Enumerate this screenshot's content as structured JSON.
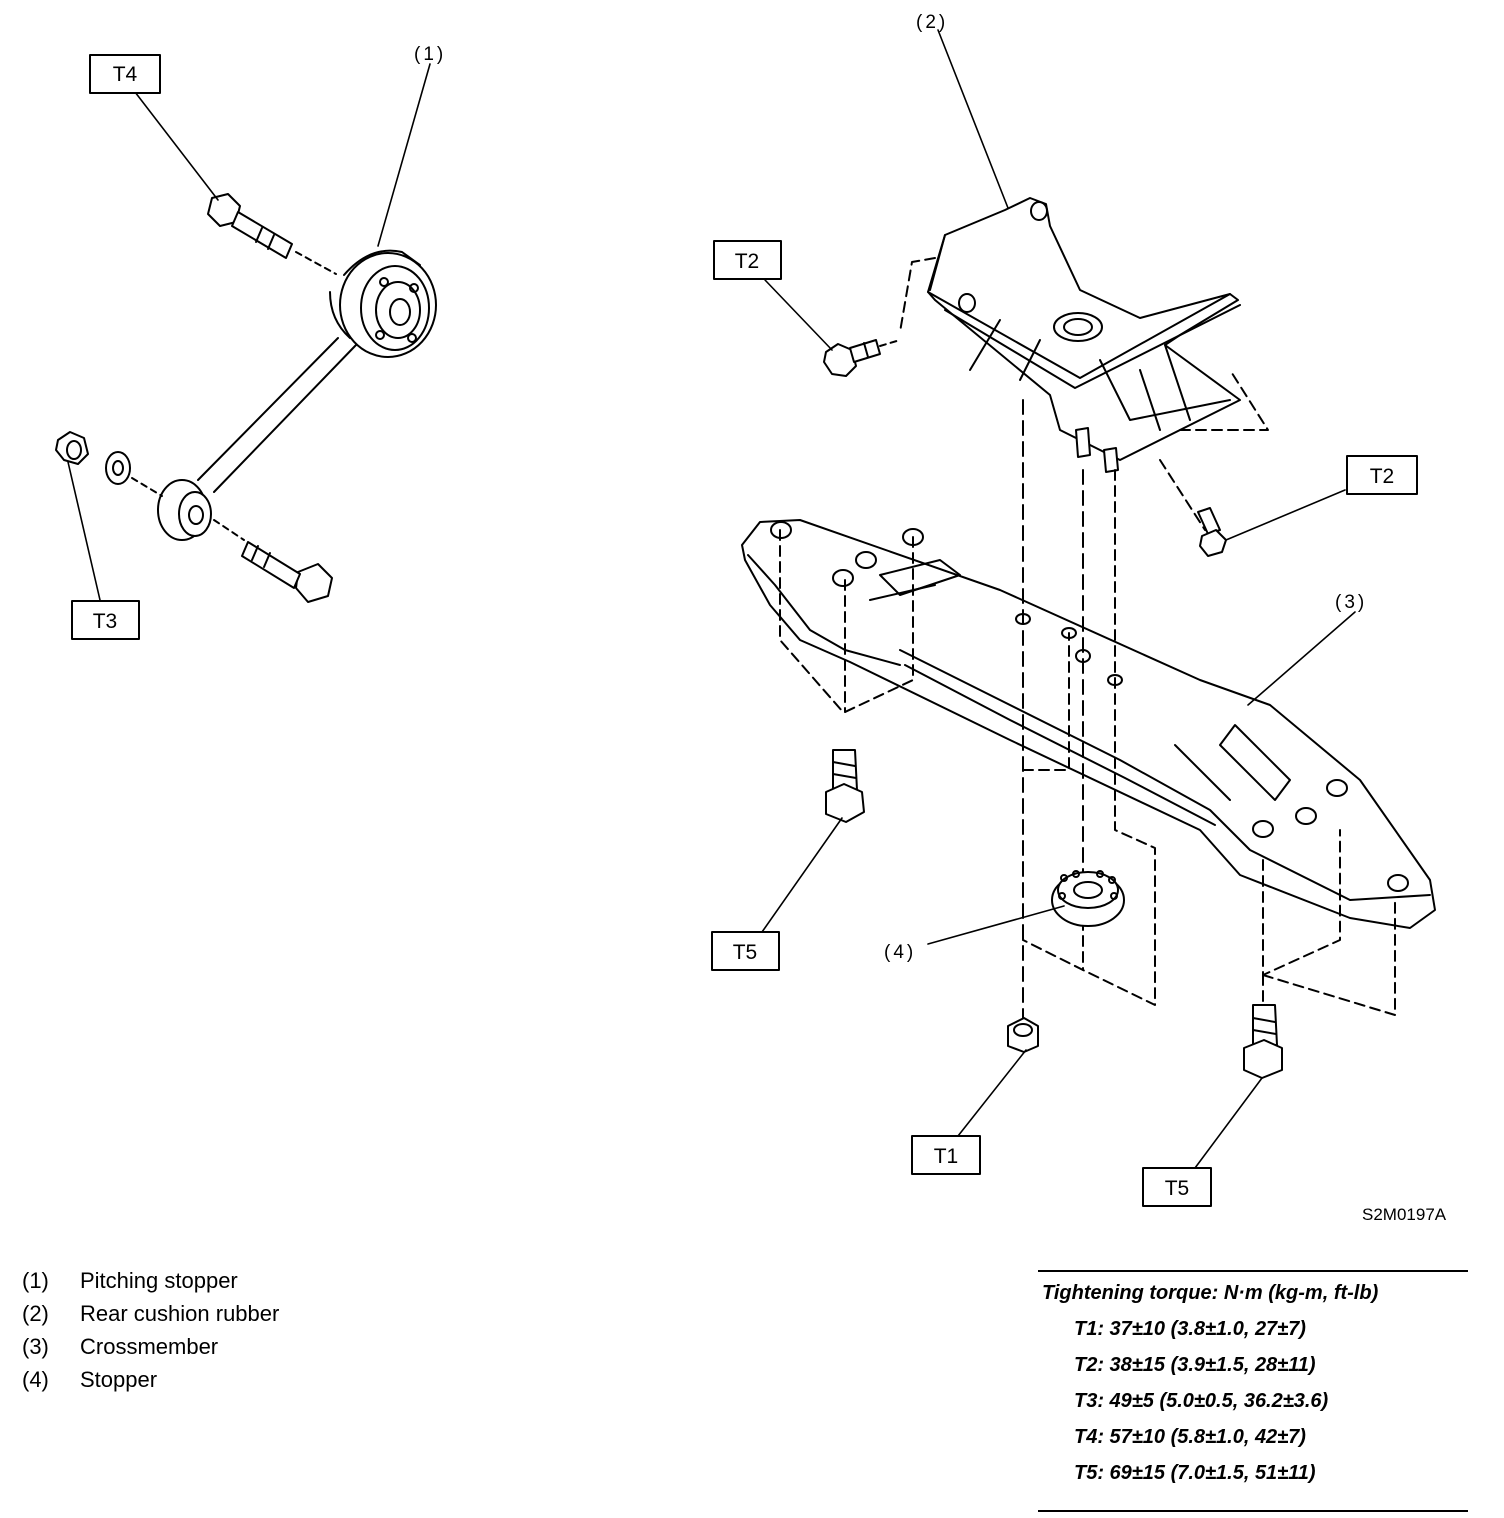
{
  "callouts": {
    "c1": "(1)",
    "c2": "(2)",
    "c3": "(3)",
    "c4": "(4)"
  },
  "torque_boxes": {
    "t4": "T4",
    "t3": "T3",
    "t2_left": "T2",
    "t2_right": "T2",
    "t5_left": "T5",
    "t1": "T1",
    "t5_right": "T5"
  },
  "figure_id": "S2M0197A",
  "legend": [
    {
      "num": "(1)",
      "label": "Pitching stopper"
    },
    {
      "num": "(2)",
      "label": "Rear cushion rubber"
    },
    {
      "num": "(3)",
      "label": "Crossmember"
    },
    {
      "num": "(4)",
      "label": "Stopper"
    }
  ],
  "torque_table": {
    "title": "Tightening torque: N·m (kg-m, ft-lb)",
    "rows": [
      "T1: 37±10 (3.8±1.0, 27±7)",
      "T2: 38±15 (3.9±1.5, 28±11)",
      "T3: 49±5 (5.0±0.5, 36.2±3.6)",
      "T4: 57±10 (5.8±1.0, 42±7)",
      "T5: 69±15 (7.0±1.5, 51±11)"
    ]
  }
}
